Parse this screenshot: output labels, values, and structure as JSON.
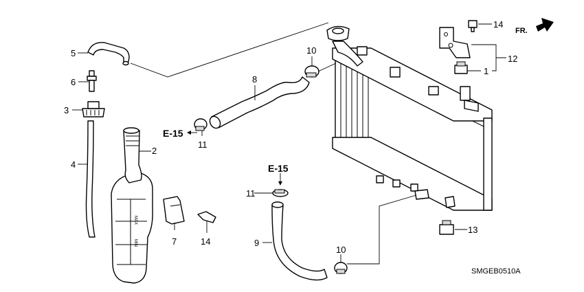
{
  "callouts": [
    {
      "id": "1",
      "text": "1"
    },
    {
      "id": "2",
      "text": "2"
    },
    {
      "id": "3",
      "text": "3"
    },
    {
      "id": "4",
      "text": "4"
    },
    {
      "id": "5",
      "text": "5"
    },
    {
      "id": "6",
      "text": "6"
    },
    {
      "id": "7",
      "text": "7"
    },
    {
      "id": "8",
      "text": "8"
    },
    {
      "id": "9",
      "text": "9"
    },
    {
      "id": "10a",
      "text": "10"
    },
    {
      "id": "10b",
      "text": "10"
    },
    {
      "id": "11a",
      "text": "11"
    },
    {
      "id": "11b",
      "text": "11"
    },
    {
      "id": "12",
      "text": "12"
    },
    {
      "id": "13",
      "text": "13"
    },
    {
      "id": "14a",
      "text": "14"
    },
    {
      "id": "14b",
      "text": "14"
    }
  ],
  "refs": [
    {
      "id": "e15a",
      "text": "E-15"
    },
    {
      "id": "e15b",
      "text": "E-15"
    }
  ],
  "direction_label": "FR.",
  "diagram_code": "SMGEB0510A",
  "tank_marks": {
    "max": "MAX",
    "min": "MIN"
  },
  "colors": {
    "line": "#000000",
    "background": "#ffffff",
    "shade": "#d9d9d9"
  }
}
